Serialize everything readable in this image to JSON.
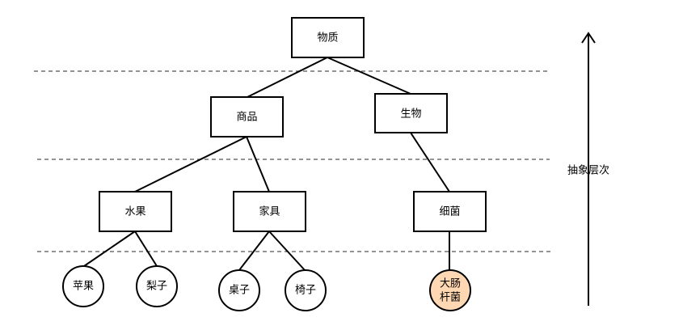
{
  "diagram": {
    "nodes": {
      "matter": "物质",
      "goods": "商品",
      "organism": "生物",
      "fruit": "水果",
      "furniture": "家具",
      "bacteria": "细菌",
      "apple": "苹果",
      "pear": "梨子",
      "table": "桌子",
      "chair": "椅子",
      "ecoli_line1": "大肠",
      "ecoli_line2": "杆菌"
    },
    "axis_label": "抽象层次",
    "colors": {
      "highlight": "#ffd7b3"
    }
  }
}
